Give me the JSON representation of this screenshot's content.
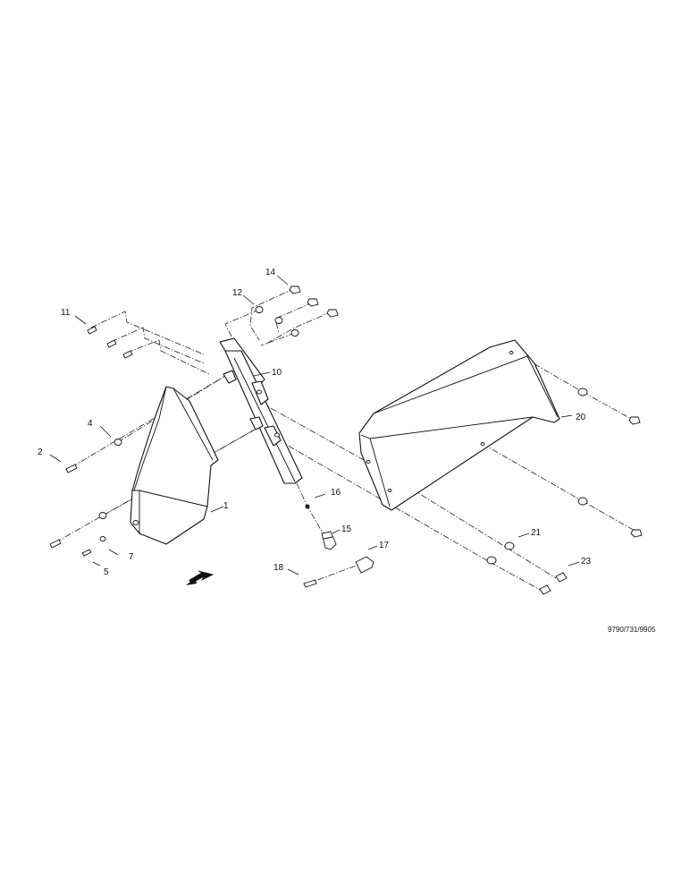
{
  "labels": {
    "l1": "1",
    "l2": "2",
    "l4": "4",
    "l5": "5",
    "l7": "7",
    "l10": "10",
    "l11": "11",
    "l12": "12",
    "l14": "14",
    "l15": "15",
    "l16": "16",
    "l17": "17",
    "l18": "18",
    "l20": "20",
    "l21": "21",
    "l23": "23"
  },
  "drawing_ref": "9790/731/9905",
  "icons": {
    "direction": "arrow-down-left-icon"
  },
  "colors": {
    "line": "#111111",
    "background": "#ffffff"
  }
}
